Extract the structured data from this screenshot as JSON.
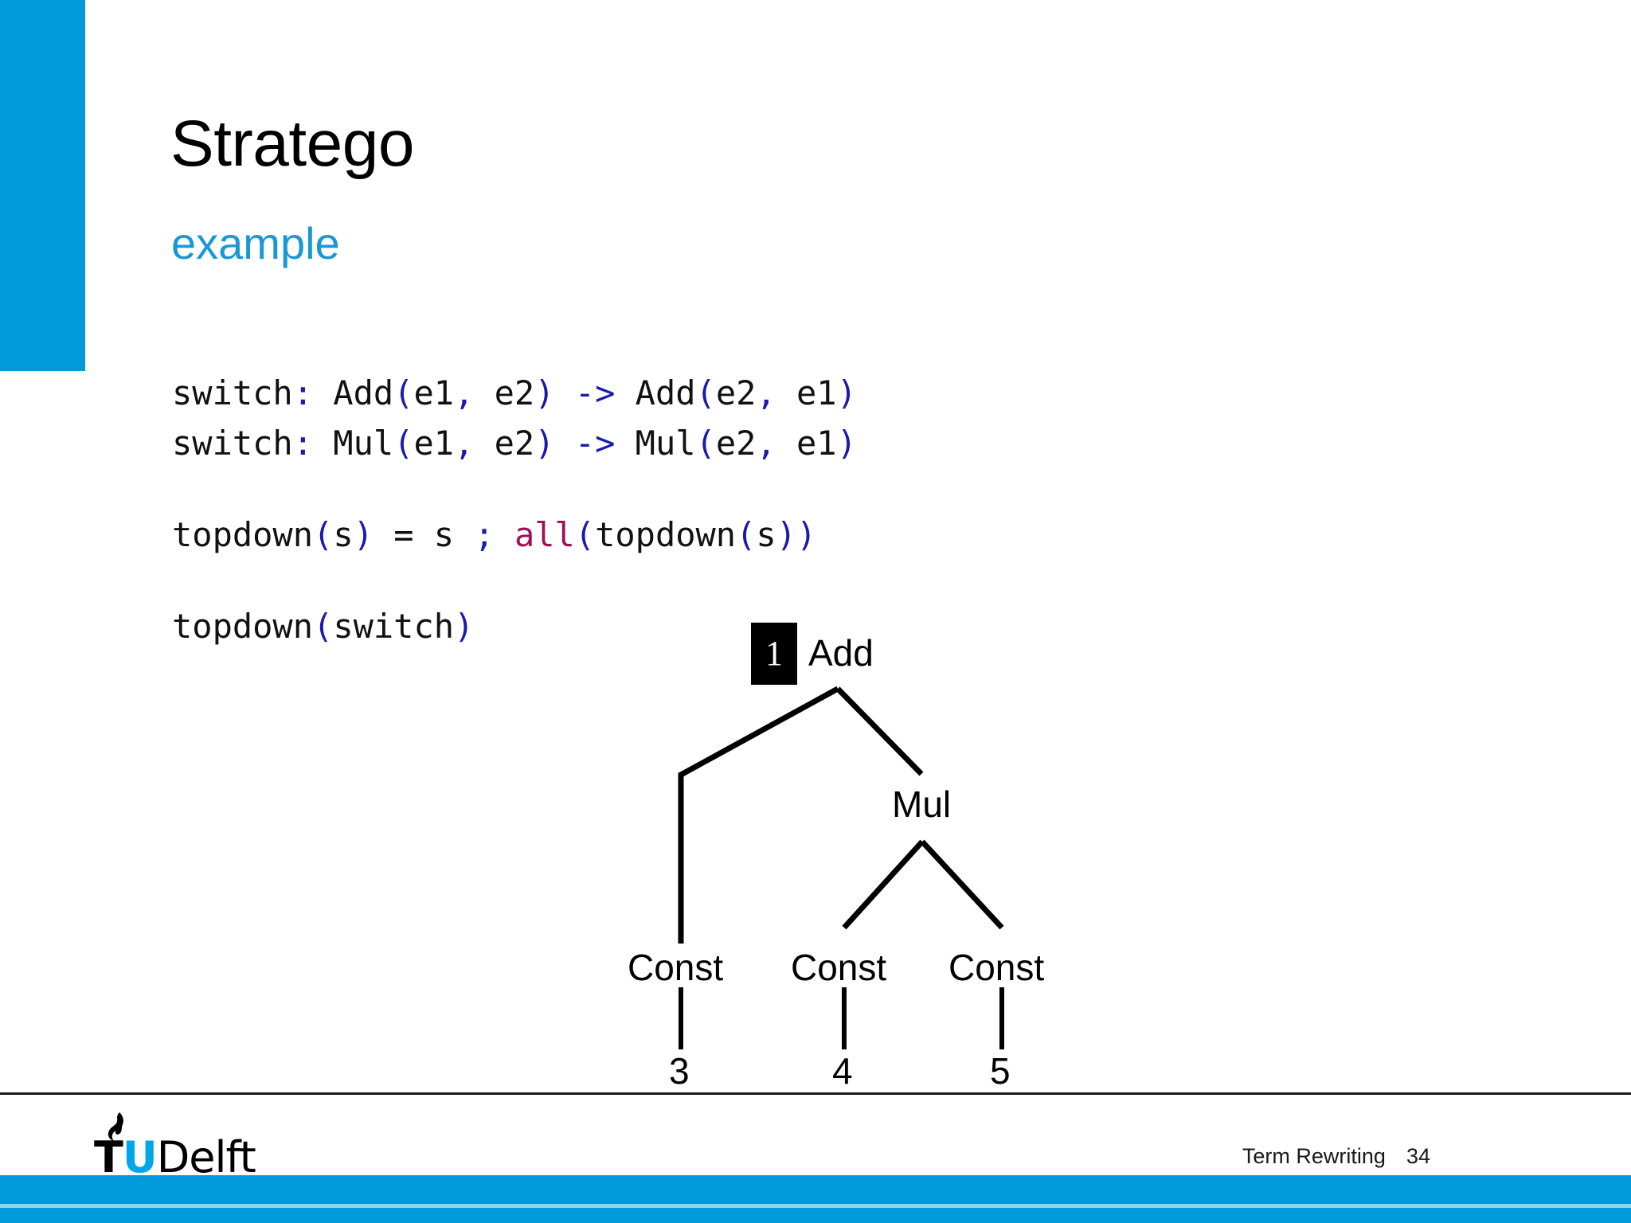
{
  "slide": {
    "title": "Stratego",
    "subtitle": "example",
    "accent_color": "#0099DC",
    "subtitle_color": "#1899D5"
  },
  "code": {
    "language": "Stratego",
    "lines": [
      [
        {
          "t": "switch",
          "c": "plain"
        },
        {
          "t": ":",
          "c": "punct"
        },
        {
          "t": " Add",
          "c": "plain"
        },
        {
          "t": "(",
          "c": "punct"
        },
        {
          "t": "e1",
          "c": "plain"
        },
        {
          "t": ",",
          "c": "punct"
        },
        {
          "t": " e2",
          "c": "plain"
        },
        {
          "t": ")",
          "c": "punct"
        },
        {
          "t": " ",
          "c": "plain"
        },
        {
          "t": "->",
          "c": "punct"
        },
        {
          "t": " Add",
          "c": "plain"
        },
        {
          "t": "(",
          "c": "punct"
        },
        {
          "t": "e2",
          "c": "plain"
        },
        {
          "t": ",",
          "c": "punct"
        },
        {
          "t": " e1",
          "c": "plain"
        },
        {
          "t": ")",
          "c": "punct"
        }
      ],
      [
        {
          "t": "switch",
          "c": "plain"
        },
        {
          "t": ":",
          "c": "punct"
        },
        {
          "t": " Mul",
          "c": "plain"
        },
        {
          "t": "(",
          "c": "punct"
        },
        {
          "t": "e1",
          "c": "plain"
        },
        {
          "t": ",",
          "c": "punct"
        },
        {
          "t": " e2",
          "c": "plain"
        },
        {
          "t": ")",
          "c": "punct"
        },
        {
          "t": " ",
          "c": "plain"
        },
        {
          "t": "->",
          "c": "punct"
        },
        {
          "t": " Mul",
          "c": "plain"
        },
        {
          "t": "(",
          "c": "punct"
        },
        {
          "t": "e2",
          "c": "plain"
        },
        {
          "t": ",",
          "c": "punct"
        },
        {
          "t": " e1",
          "c": "plain"
        },
        {
          "t": ")",
          "c": "punct"
        }
      ],
      [],
      [
        {
          "t": "topdown",
          "c": "plain"
        },
        {
          "t": "(",
          "c": "punct"
        },
        {
          "t": "s",
          "c": "plain"
        },
        {
          "t": ")",
          "c": "punct"
        },
        {
          "t": " = s ",
          "c": "plain"
        },
        {
          "t": ";",
          "c": "punct"
        },
        {
          "t": " ",
          "c": "plain"
        },
        {
          "t": "all",
          "c": "kw"
        },
        {
          "t": "(",
          "c": "punct"
        },
        {
          "t": "topdown",
          "c": "plain"
        },
        {
          "t": "(",
          "c": "punct"
        },
        {
          "t": "s",
          "c": "plain"
        },
        {
          "t": "))",
          "c": "punct"
        }
      ],
      [],
      [
        {
          "t": "topdown",
          "c": "plain"
        },
        {
          "t": "(",
          "c": "punct"
        },
        {
          "t": "switch",
          "c": "plain"
        },
        {
          "t": ")",
          "c": "punct"
        }
      ]
    ],
    "plain_text": [
      "switch: Add(e1, e2) -> Add(e2, e1)",
      "switch: Mul(e1, e2) -> Mul(e2, e1)",
      "",
      "topdown(s) = s ; all(topdown(s))",
      "",
      "topdown(switch)"
    ],
    "token_colors": {
      "punct": "#1A1AAE",
      "keyword": "#9E1155",
      "plain": "#111111"
    }
  },
  "tree": {
    "badge": "1",
    "root": "Add",
    "inner": "Mul",
    "const_labels": [
      "Const",
      "Const",
      "Const"
    ],
    "leaf_values": [
      "3",
      "4",
      "5"
    ]
  },
  "footer": {
    "logo_t": "T",
    "logo_u": "U",
    "logo_delft": "Delft",
    "course": "Term Rewriting",
    "page": "34"
  }
}
